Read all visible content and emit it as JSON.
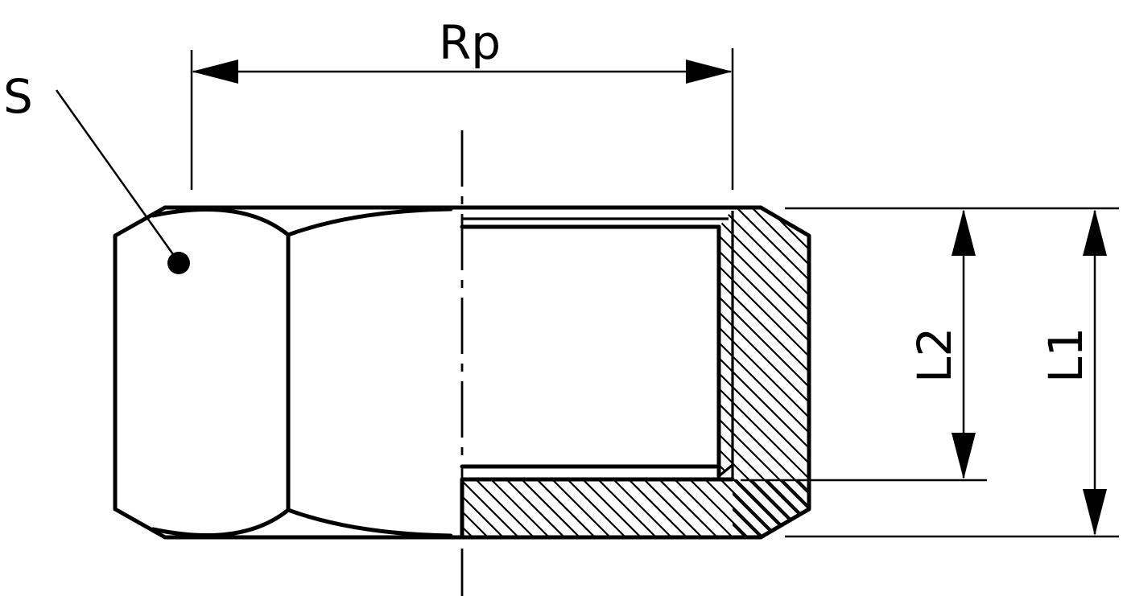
{
  "drawing": {
    "labels": {
      "rp": "Rp",
      "s": "S",
      "l1": "L1",
      "l2": "L2"
    }
  }
}
